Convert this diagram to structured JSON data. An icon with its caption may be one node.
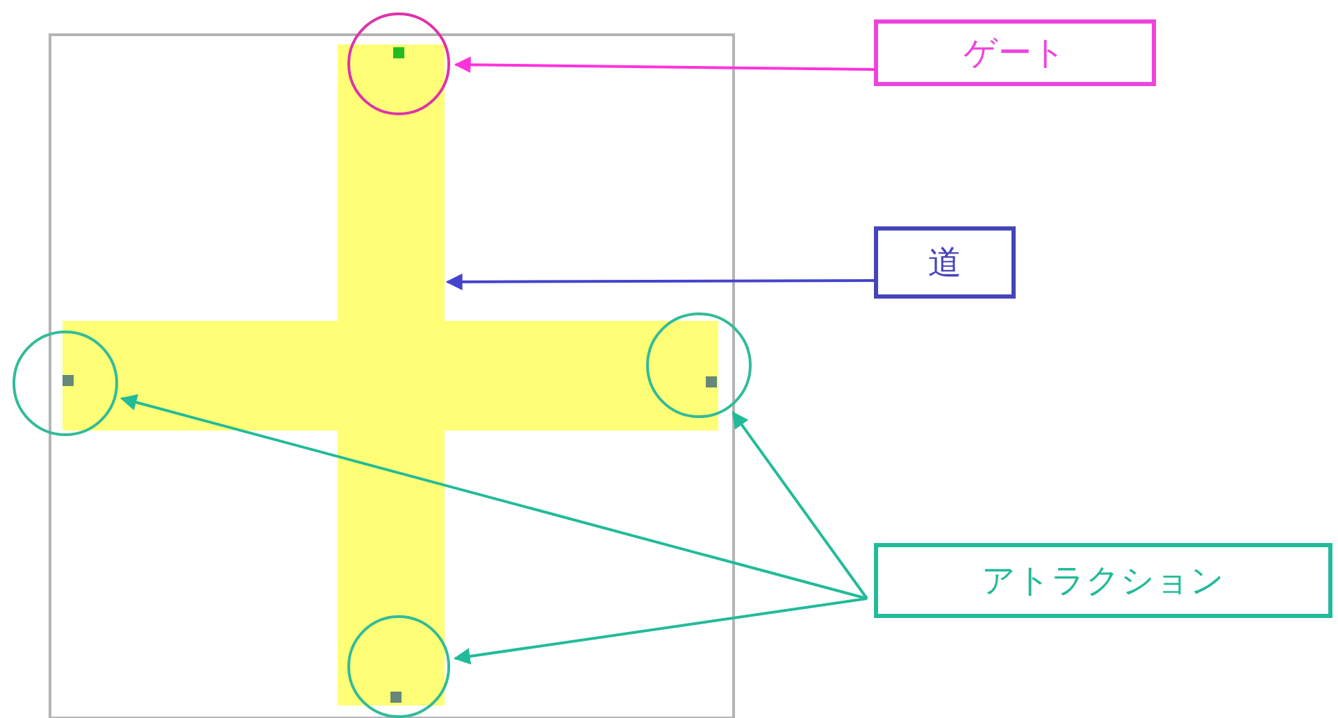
{
  "diagram": {
    "nodes": [
      {
        "text": [
          "ゲート"
        ]
      },
      {
        "text": [
          "道"
        ]
      },
      {
        "text": [
          "アトラクション"
        ]
      },
      {
        "text": [],
        "shape": "circle"
      },
      {
        "text": [],
        "shape": "cross"
      },
      {
        "text": [],
        "shape": "circle"
      },
      {
        "text": [],
        "shape": "circle"
      },
      {
        "text": [],
        "shape": "circle"
      }
    ],
    "edges": [
      {
        "from": 0,
        "to": 3,
        "arrow": "to",
        "color": "#ff33dd"
      },
      {
        "from": 1,
        "to": 4,
        "arrow": "to",
        "color": "#4444cc"
      },
      {
        "from": 2,
        "to": 5,
        "arrow": "to"
      },
      {
        "from": 2,
        "to": 6,
        "arrow": "to"
      },
      {
        "from": 2,
        "to": 7,
        "arrow": "to"
      }
    ]
  }
}
